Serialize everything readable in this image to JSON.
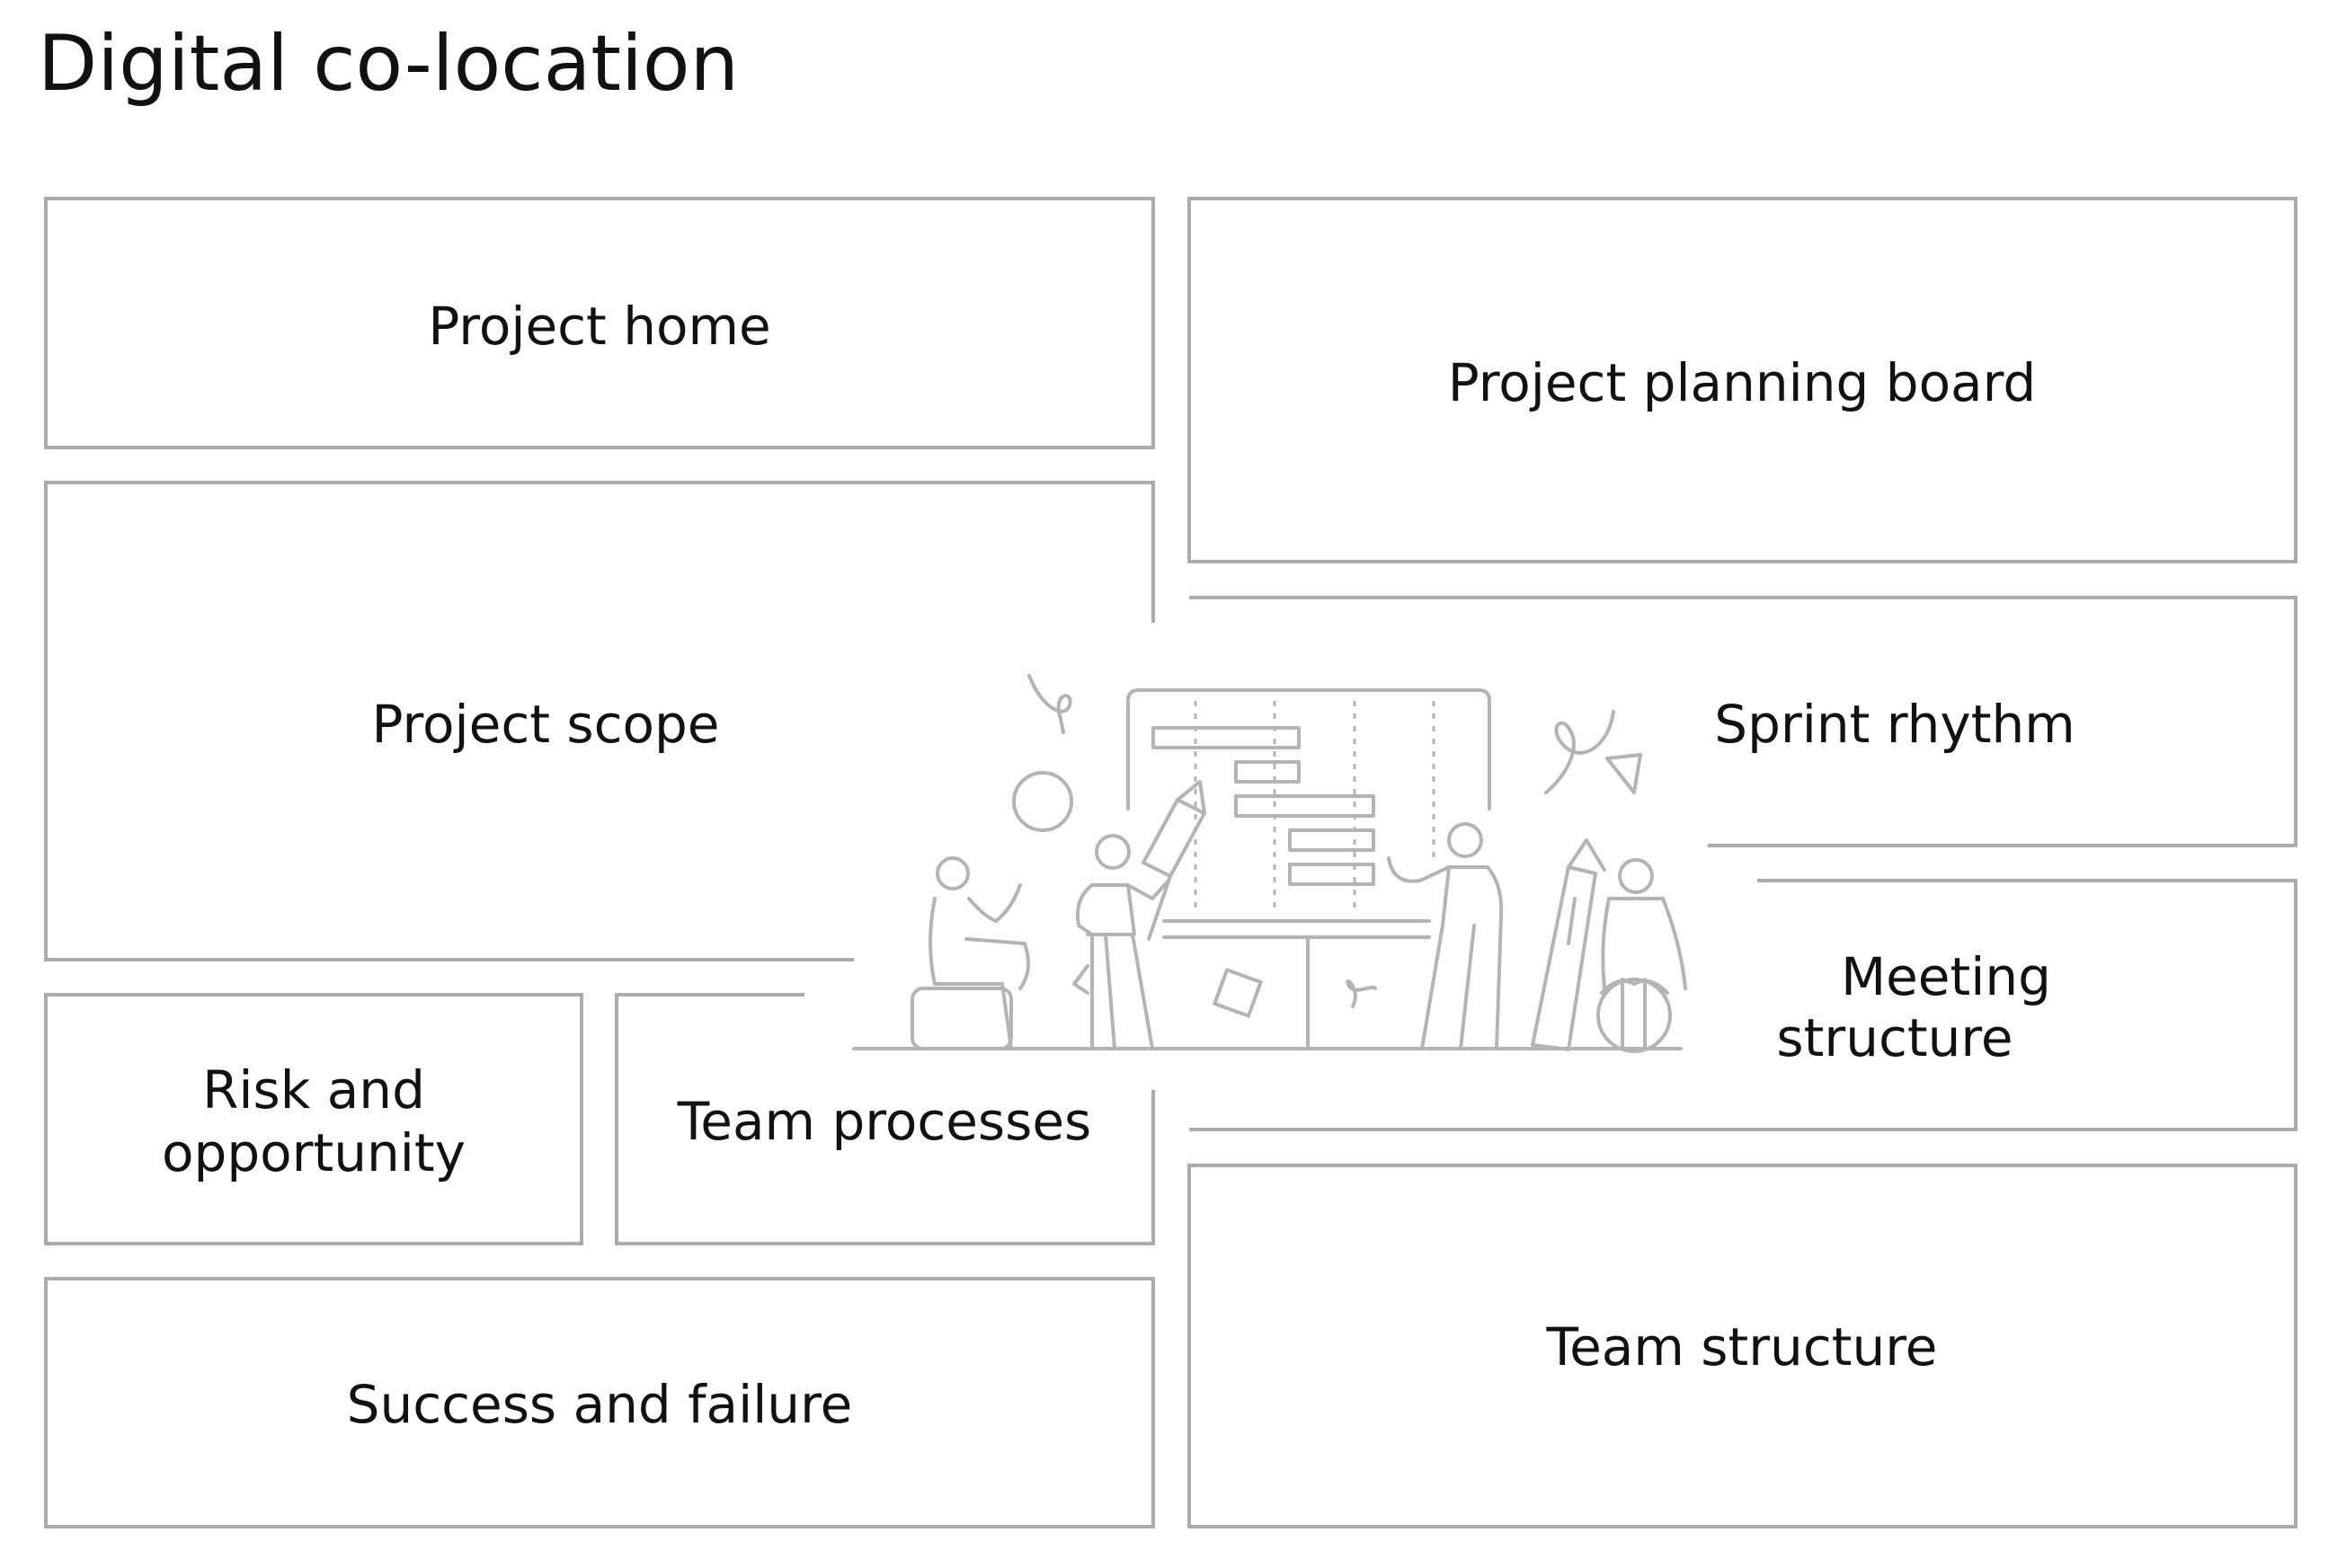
{
  "title": "Digital co-location",
  "colors": {
    "line": "#ababab",
    "text": "#111111",
    "background": "#ffffff"
  },
  "sections": {
    "project_home": "Project home",
    "project_planning_board": "Project planning board",
    "project_scope": "Project scope",
    "sprint_rhythm": "Sprint rhythm",
    "risk_and_opportunity": [
      "Risk and",
      "opportunity"
    ],
    "team_processes": "Team processes",
    "meeting_structure": [
      "Meeting",
      "structure"
    ],
    "success_and_failure": "Success and failure",
    "team_structure": "Team structure"
  },
  "illustration": "team-collaboration-illustration"
}
